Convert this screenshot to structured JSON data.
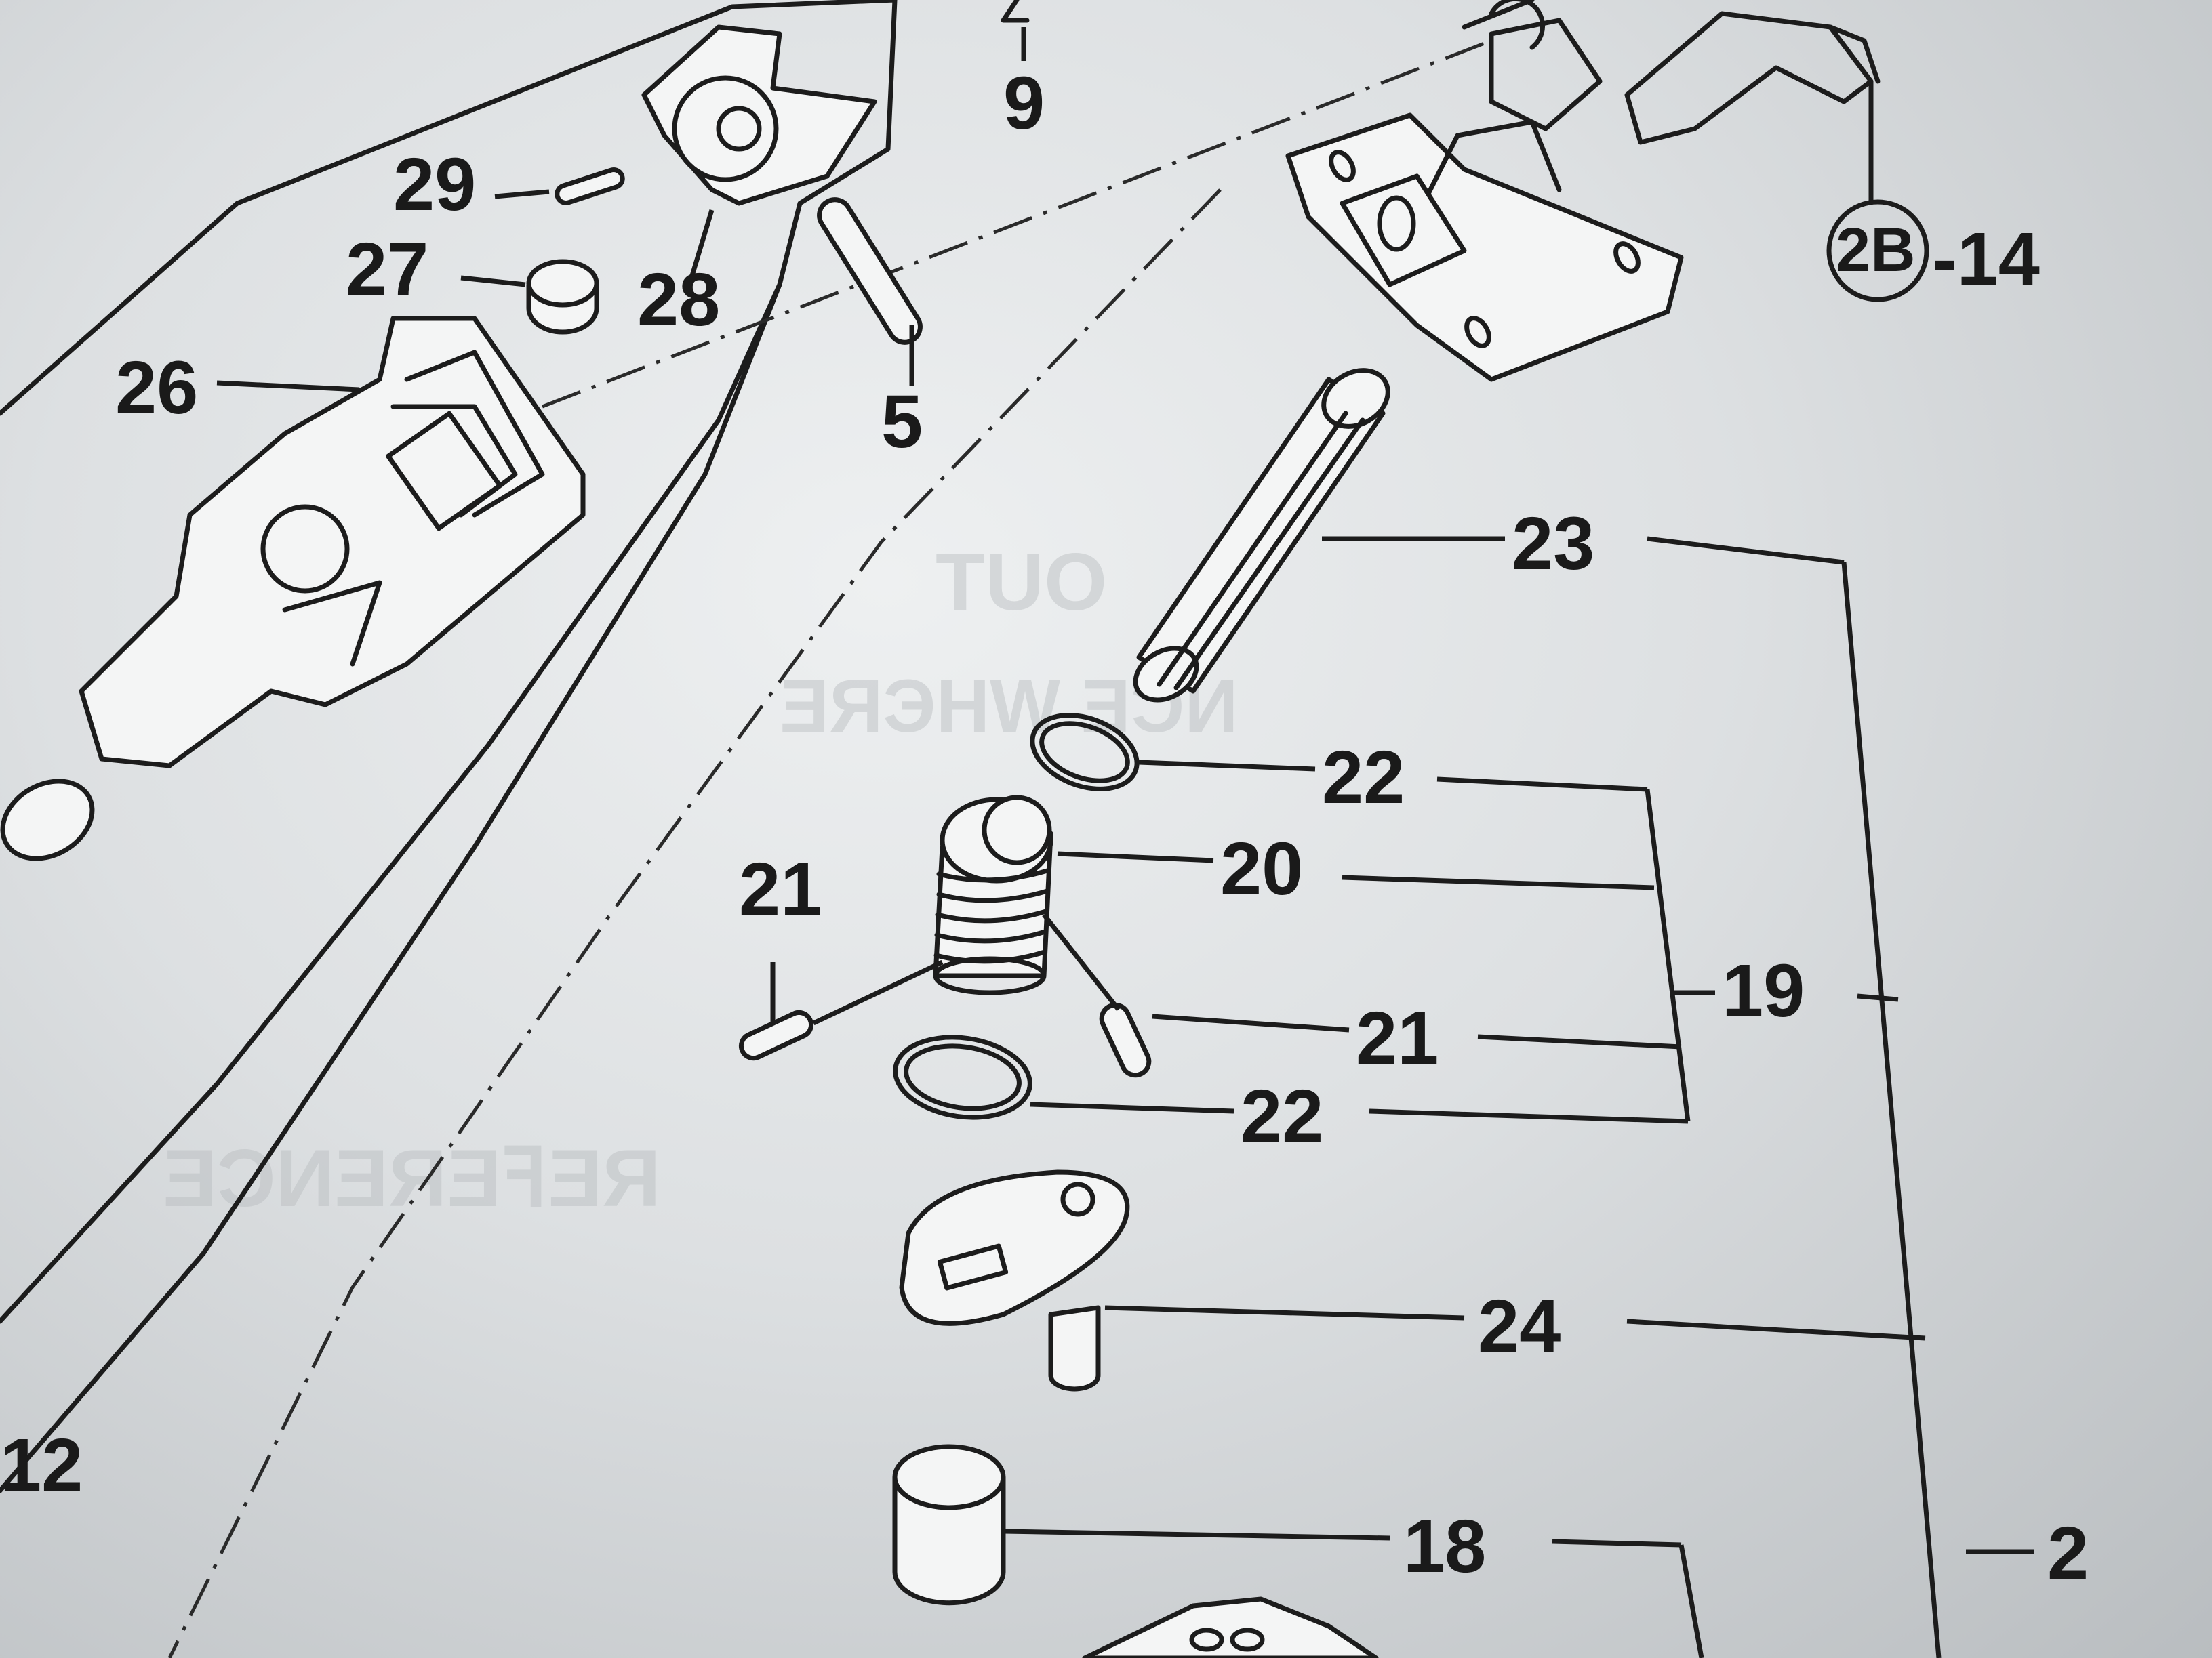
{
  "diagram": {
    "callouts": {
      "c2": "2",
      "c5": "5",
      "c9": "9",
      "c12": "12",
      "c14": "-14",
      "c18": "18",
      "c19": "19",
      "c20": "20",
      "c21a": "21",
      "c21b": "21",
      "c22a": "22",
      "c22b": "22",
      "c23": "23",
      "c24": "24",
      "c26": "26",
      "c27": "27",
      "c28": "28",
      "c29": "29",
      "c2b": "2B"
    }
  }
}
